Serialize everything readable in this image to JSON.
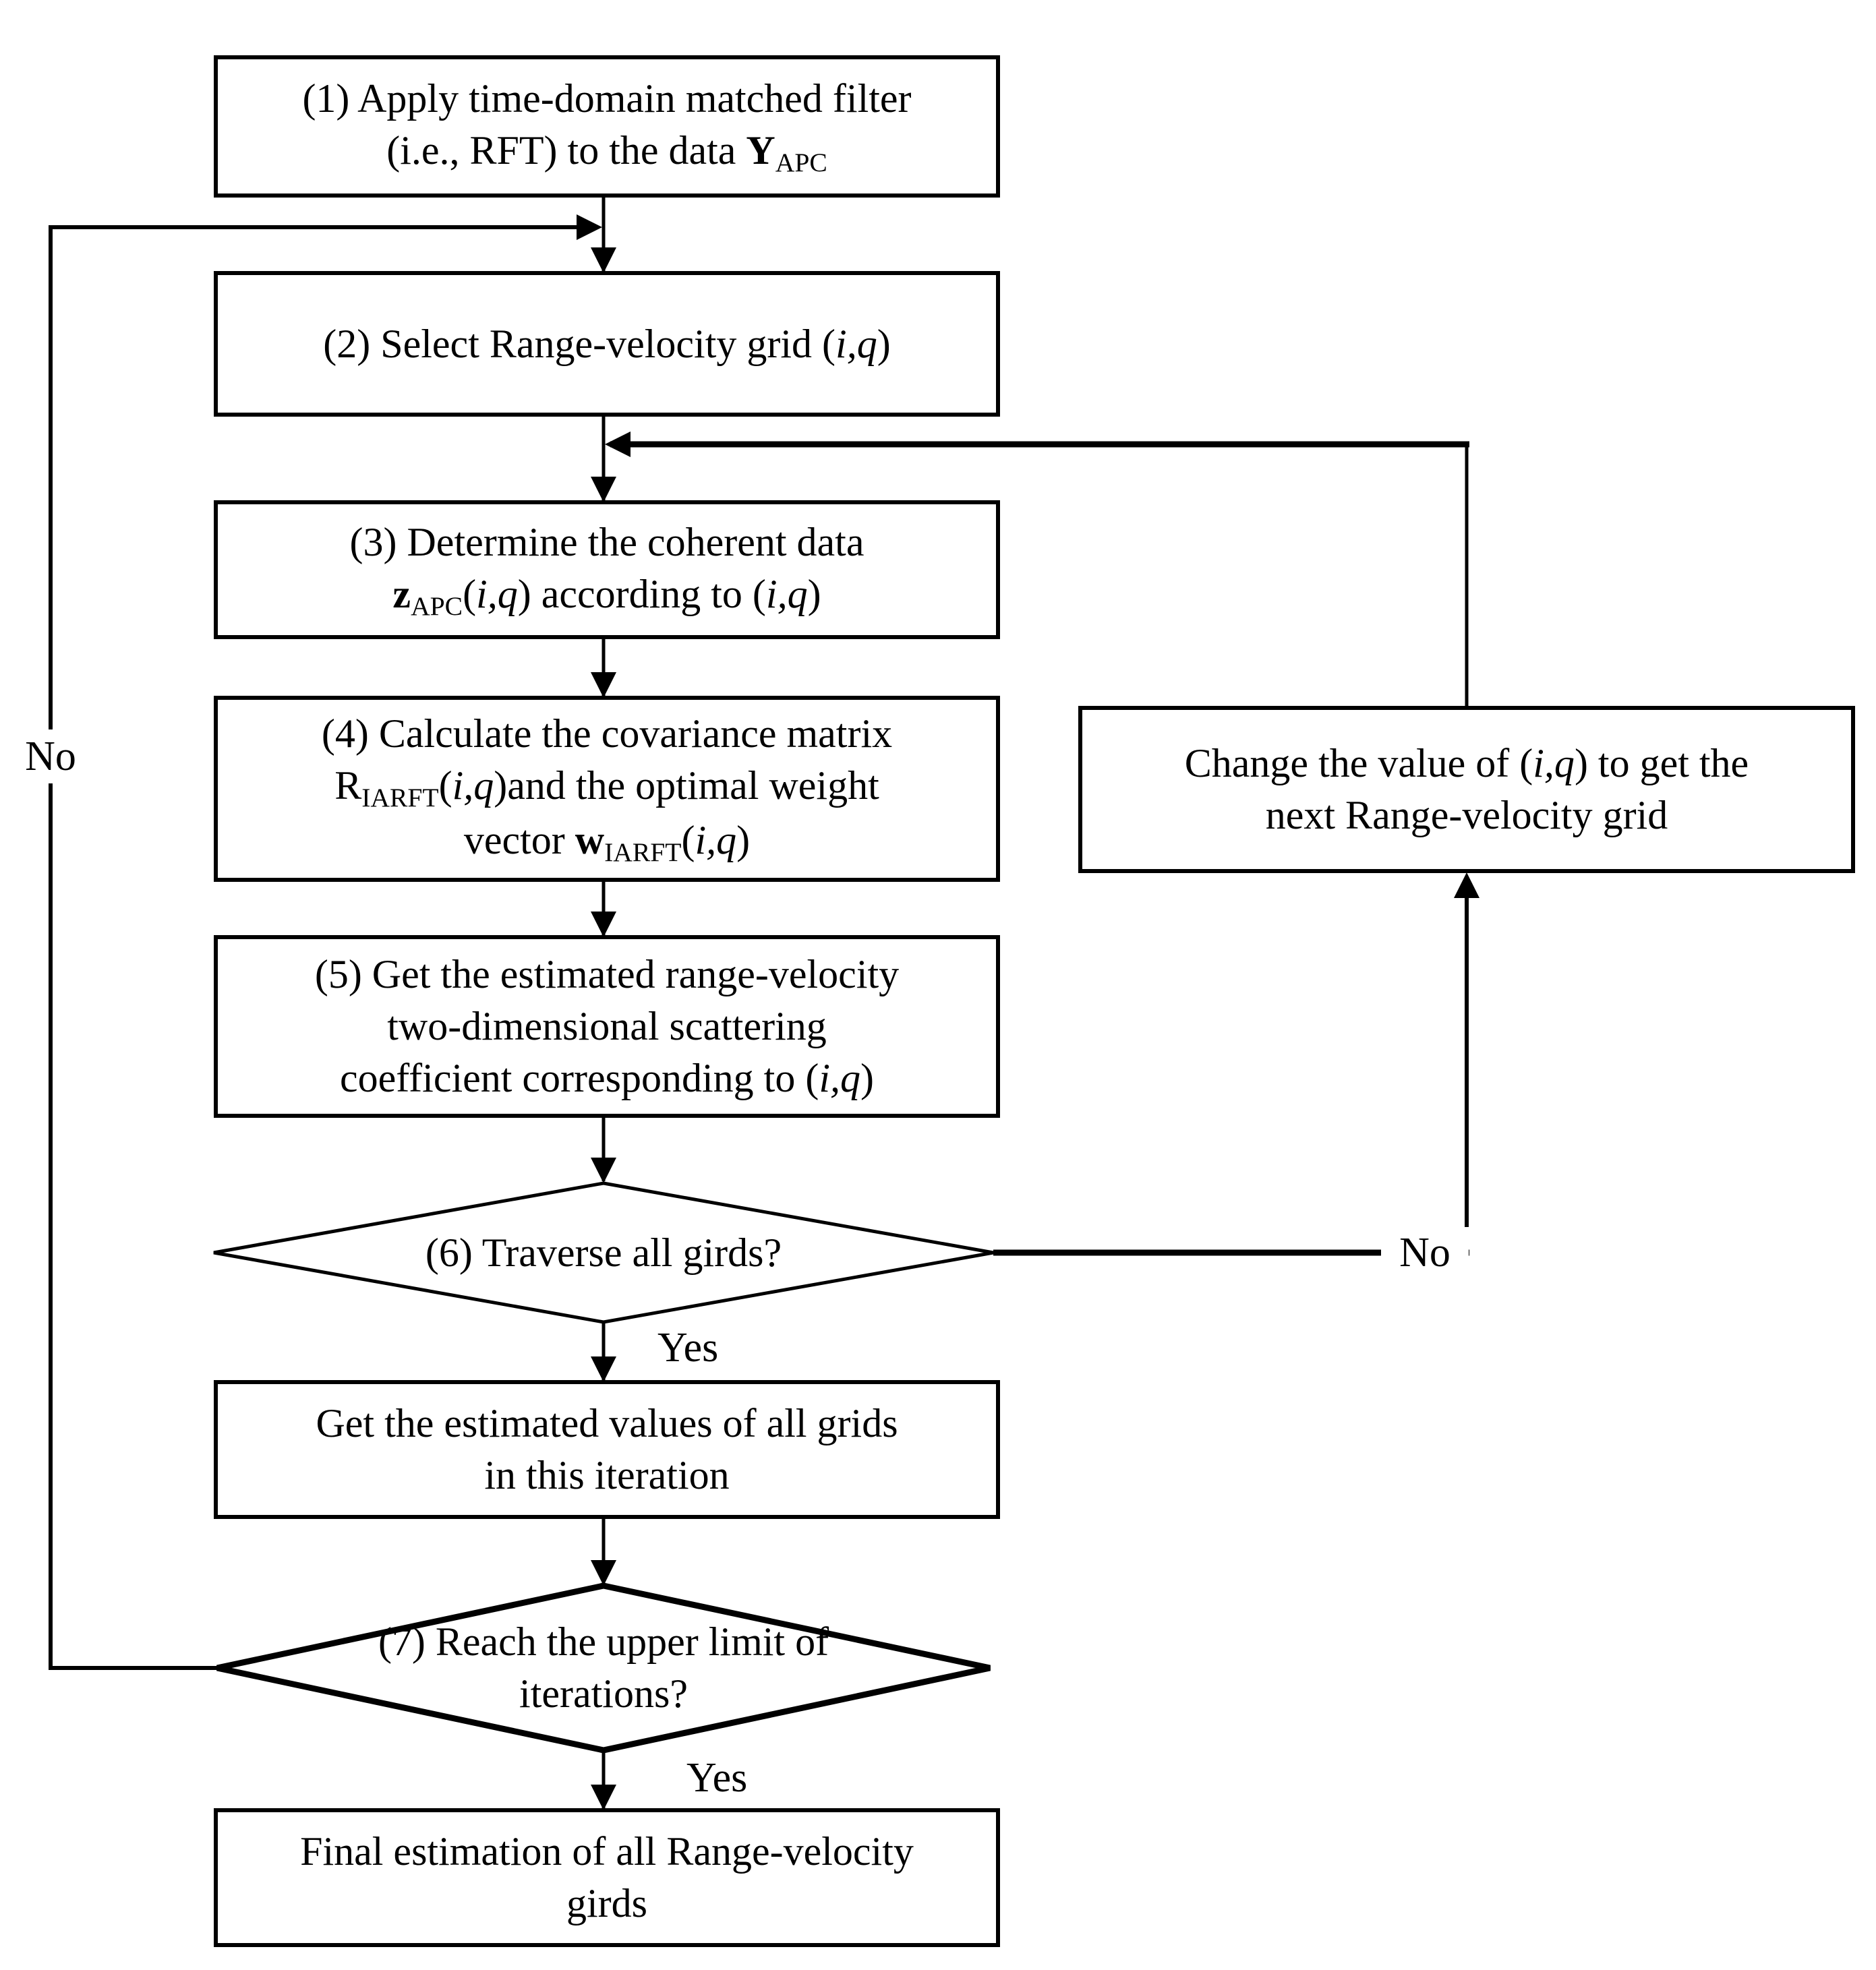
{
  "colors": {
    "background": "#ffffff",
    "line": "#000000",
    "text": "#000000"
  },
  "nodes": {
    "step1": {
      "shape": "process",
      "lines": [
        [
          {
            "t": "(1) Apply time-domain matched filter"
          }
        ],
        [
          {
            "t": "(i.e., RFT) to the data "
          },
          {
            "t": "Y",
            "s": "b"
          },
          {
            "t": "APC",
            "s": "sub"
          }
        ]
      ]
    },
    "step2": {
      "shape": "process",
      "lines": [
        [
          {
            "t": "(2) Select Range-velocity grid ("
          },
          {
            "t": "i,q",
            "s": "i"
          },
          {
            "t": ")"
          }
        ]
      ]
    },
    "step3": {
      "shape": "process",
      "lines": [
        [
          {
            "t": "(3) Determine the coherent data"
          }
        ],
        [
          {
            "t": "z",
            "s": "b"
          },
          {
            "t": "APC",
            "s": "sub"
          },
          {
            "t": "("
          },
          {
            "t": "i,q",
            "s": "i"
          },
          {
            "t": ") according to ("
          },
          {
            "t": "i,q",
            "s": "i"
          },
          {
            "t": ")"
          }
        ]
      ]
    },
    "step4": {
      "shape": "process",
      "lines": [
        [
          {
            "t": "(4) Calculate the covariance matrix"
          }
        ],
        [
          {
            "t": "R"
          },
          {
            "t": "IARFT",
            "s": "sub"
          },
          {
            "t": "("
          },
          {
            "t": "i,q",
            "s": "i"
          },
          {
            "t": ")and the optimal weight"
          }
        ],
        [
          {
            "t": "vector "
          },
          {
            "t": "w",
            "s": "b"
          },
          {
            "t": "IARFT",
            "s": "sub"
          },
          {
            "t": "("
          },
          {
            "t": "i,q",
            "s": "i"
          },
          {
            "t": ")"
          }
        ]
      ]
    },
    "step5": {
      "shape": "process",
      "lines": [
        [
          {
            "t": "(5) Get the estimated range-velocity"
          }
        ],
        [
          {
            "t": "two-dimensional scattering"
          }
        ],
        [
          {
            "t": "coefficient corresponding to ("
          },
          {
            "t": "i,q",
            "s": "i"
          },
          {
            "t": ")"
          }
        ]
      ]
    },
    "decision6": {
      "shape": "decision",
      "lines": [
        [
          {
            "t": "(6) Traverse all girds?"
          }
        ]
      ]
    },
    "collect": {
      "shape": "process",
      "lines": [
        [
          {
            "t": "Get the estimated values of all grids"
          }
        ],
        [
          {
            "t": "in this iteration"
          }
        ]
      ]
    },
    "decision7": {
      "shape": "decision",
      "lines": [
        [
          {
            "t": "(7) Reach the upper limit of"
          }
        ],
        [
          {
            "t": "iterations?"
          }
        ]
      ]
    },
    "final": {
      "shape": "process",
      "lines": [
        [
          {
            "t": "Final estimation of all Range-velocity"
          }
        ],
        [
          {
            "t": "girds"
          }
        ]
      ]
    },
    "change_grid": {
      "shape": "process",
      "lines": [
        [
          {
            "t": "Change the value of ("
          },
          {
            "t": "i,q",
            "s": "i"
          },
          {
            "t": ") to get the"
          }
        ],
        [
          {
            "t": "next Range-velocity grid"
          }
        ]
      ]
    }
  },
  "labels": {
    "yes_after_decision6": "Yes",
    "no_decision6": "No",
    "yes_after_decision7": "Yes",
    "no_decision7": "No"
  }
}
